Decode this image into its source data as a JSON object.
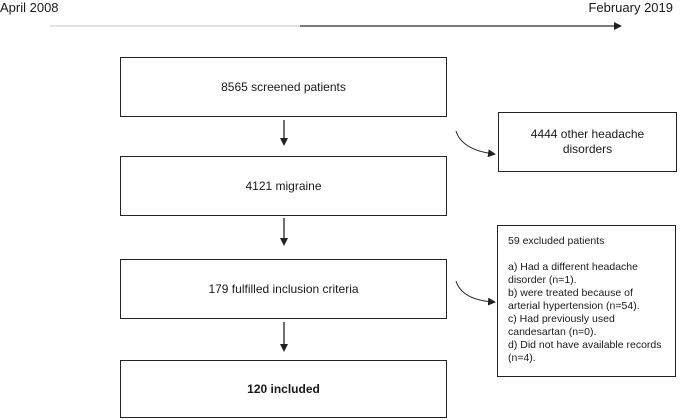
{
  "timeline": {
    "start": "April 2008",
    "end": "February 2019"
  },
  "flow": [
    {
      "label": "8565 screened patients",
      "bold": false
    },
    {
      "label": "4121 migraine",
      "bold": false
    },
    {
      "label": "179 fulfilled inclusion criteria",
      "bold": false
    },
    {
      "label": "120 included",
      "bold": true
    }
  ],
  "side_box": {
    "label": "4444 other headache disorders"
  },
  "exclusion_box": {
    "title": "59 excluded patients",
    "items": [
      "a) Had a different headache disorder (n=1).",
      "b) were treated because of arterial hypertension  (n=54).",
      "c) Had previously used candesartan (n=0).",
      "d) Did  not  have available records (n=4)."
    ]
  }
}
